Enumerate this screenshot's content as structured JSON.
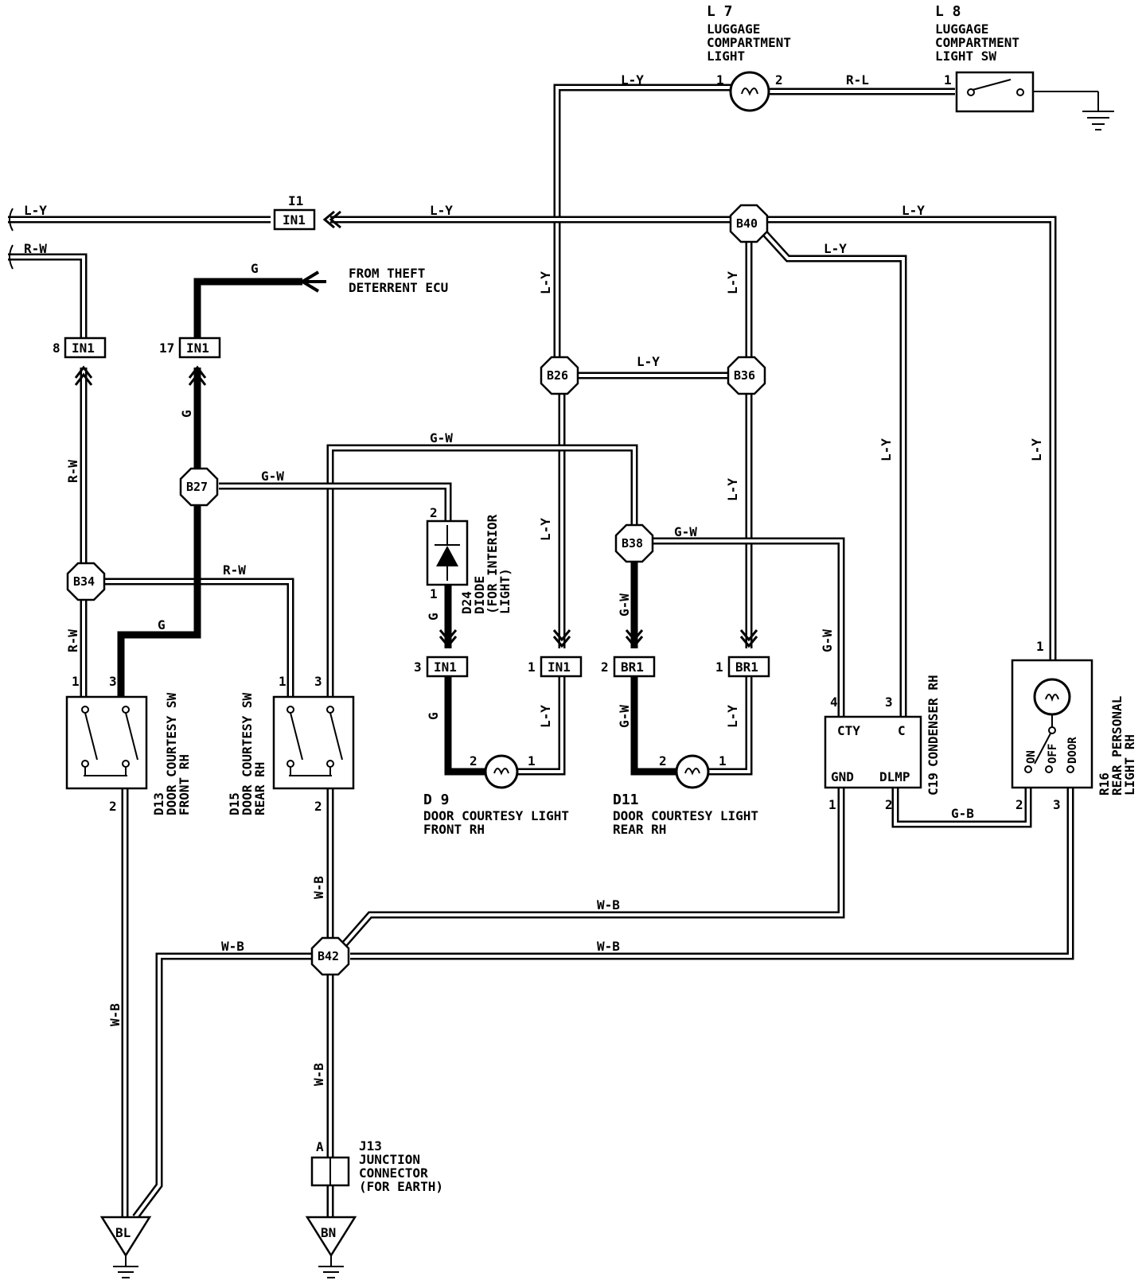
{
  "components": {
    "l7": {
      "id": "L 7",
      "name": [
        "LUGGAGE",
        "COMPARTMENT",
        "LIGHT"
      ],
      "pin1": "1",
      "pin2": "2"
    },
    "l8": {
      "id": "L 8",
      "name": [
        "LUGGAGE",
        "COMPARTMENT",
        "LIGHT SW"
      ],
      "pin1": "1"
    },
    "d13": {
      "id": "D13",
      "name": [
        "DOOR COURTESY SW",
        "FRONT RH"
      ],
      "pin1": "1",
      "pin3": "3",
      "pin2": "2"
    },
    "d15": {
      "id": "D15",
      "name": [
        "DOOR COURTESY SW",
        "REAR RH"
      ],
      "pin1": "1",
      "pin3": "3",
      "pin2": "2"
    },
    "d24": {
      "id": "D24",
      "name": [
        "DIODE",
        "(FOR INTERIOR",
        "LIGHT)"
      ],
      "pin1": "1",
      "pin2": "2"
    },
    "d9": {
      "id": "D 9",
      "name": [
        "DOOR COURTESY LIGHT",
        "FRONT RH"
      ],
      "pin1": "1",
      "pin2": "2"
    },
    "d11": {
      "id": "D11",
      "name": [
        "DOOR COURTESY LIGHT",
        "REAR RH"
      ],
      "pin1": "1",
      "pin2": "2"
    },
    "c19": {
      "id": "C19",
      "name": [
        "CONDENSER RH"
      ],
      "cty": "CTY",
      "c": "C",
      "gnd": "GND",
      "dlmp": "DLMP",
      "pin4": "4",
      "pin3": "3",
      "pin1": "1",
      "pin2": "2"
    },
    "r16": {
      "id": "R16",
      "name": [
        "REAR PERSONAL",
        "LIGHT RH"
      ],
      "on": "ON",
      "off": "OFF",
      "door": "DOOR",
      "pin1": "1",
      "pin2": "2",
      "pin3": "3"
    },
    "j13": {
      "id": "J13",
      "name": [
        "JUNCTION",
        "CONNECTOR",
        "(FOR EARTH)"
      ],
      "pinA": "A"
    }
  },
  "nodes": {
    "b40": "B40",
    "b26": "B26",
    "b36": "B36",
    "b27": "B27",
    "b38": "B38",
    "b34": "B34",
    "b42": "B42"
  },
  "connectors": {
    "i1_label": "I1",
    "i1": "IN1",
    "c8": {
      "label": "IN1",
      "pin": "8"
    },
    "c17": {
      "label": "IN1",
      "pin": "17"
    },
    "c3": {
      "label": "IN1",
      "pin": "3"
    },
    "c1a": {
      "label": "IN1",
      "pin": "1"
    },
    "c2b": {
      "label": "BR1",
      "pin": "2"
    },
    "c1b": {
      "label": "BR1",
      "pin": "1"
    }
  },
  "grounds": {
    "bl": "BL",
    "bn": "BN"
  },
  "theft_label": [
    "FROM THEFT",
    "DETERRENT ECU"
  ],
  "wires": {
    "ly": "L-Y",
    "rl": "R-L",
    "rw": "R-W",
    "g": "G",
    "gw": "G-W",
    "wb": "W-B",
    "gb": "G-B"
  }
}
